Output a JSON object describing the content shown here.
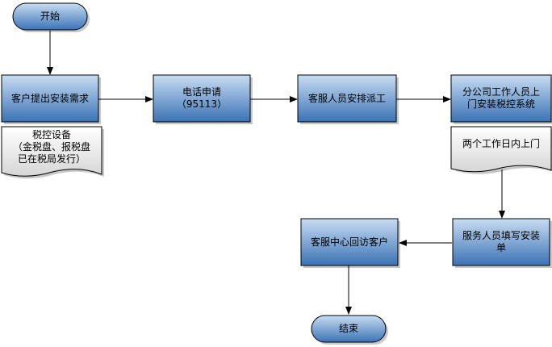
{
  "nodes": {
    "start": "开始",
    "customer_request": "客户提出安装需求",
    "phone_apply_line1": "电话申请",
    "phone_apply_line2": "（95113）",
    "dispatch": "客服人员安排派工",
    "onsite_line1": "分公司工作人员上",
    "onsite_line2": "门安装税控系统",
    "fill_form_line1": "服务人员填写安装",
    "fill_form_line2": "单",
    "callback": "客服中心回访客户",
    "end": "结束"
  },
  "documents": {
    "tax_device_line1": "税控设备",
    "tax_device_line2": "（金税盘、报税盘",
    "tax_device_line3": "已在税局发行）",
    "two_days": "两个工作日内上门"
  },
  "colors": {
    "node_top": "#c8dcf2",
    "node_bottom": "#3b73b5",
    "border": "#000000",
    "doc_top": "#ffffff",
    "doc_bottom": "#d6d6d6"
  }
}
